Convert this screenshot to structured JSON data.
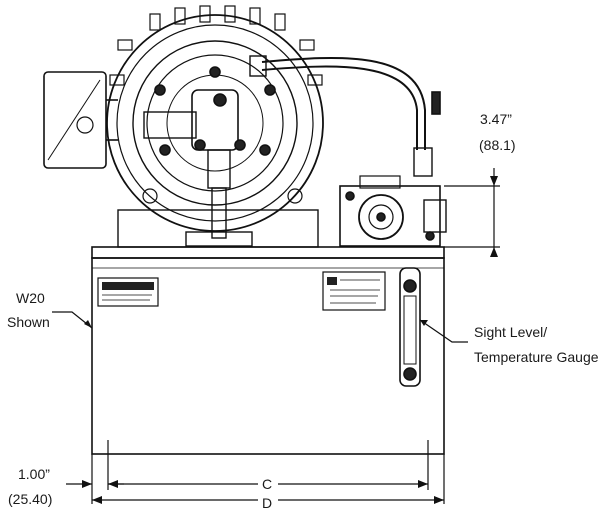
{
  "annotations": {
    "dim_top_inches": "3.47”",
    "dim_top_mm": "(88.1)",
    "model_label_line1": "W20",
    "model_label_line2": "Shown",
    "gauge_label_line1": "Sight Level/",
    "gauge_label_line2": "Temperature Gauge",
    "dim_bottom_inches": "1.00”",
    "dim_bottom_mm": "(25.40)",
    "dim_c": "C",
    "dim_d": "D"
  }
}
